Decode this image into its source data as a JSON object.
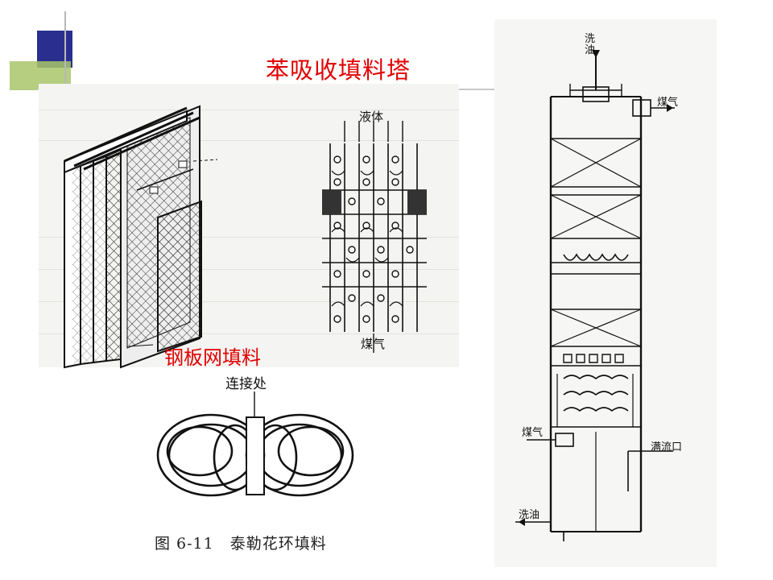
{
  "slide": {
    "title": "苯吸收填料塔",
    "deco_colors": {
      "navy": "#2a2f8f",
      "green": "#a8c66a",
      "gray_line": "#c8c8c8"
    }
  },
  "steel_mesh": {
    "label": "钢板网填料",
    "flow_labels": {
      "top": "液体",
      "bottom": "煤气"
    }
  },
  "tellerette": {
    "joint_label": "连接处",
    "caption": "图 6-11　泰勒花环填料"
  },
  "tower": {
    "labels": {
      "wash_oil_in": "洗\n油",
      "gas_out": "煤气",
      "gas_in": "煤气",
      "overflow": "满流口",
      "wash_oil_out": "洗油"
    }
  }
}
